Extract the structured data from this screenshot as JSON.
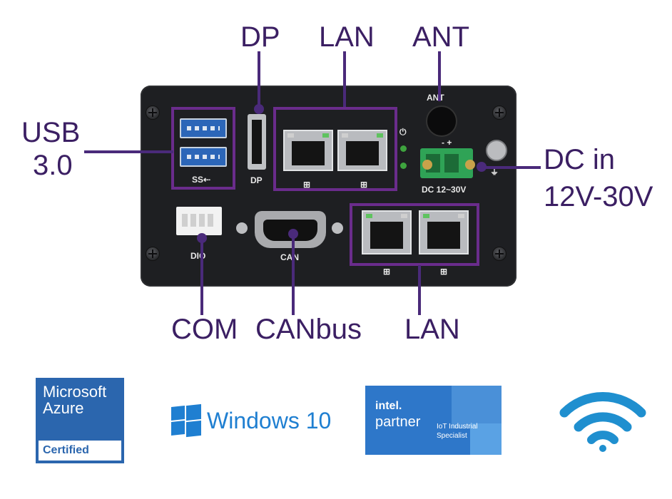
{
  "callouts": {
    "usb_line1": "USB",
    "usb_line2": "3.0",
    "dp": "DP",
    "lan_top": "LAN",
    "ant": "ANT",
    "dc_line1": "DC in",
    "dc_line2": "12V-30V",
    "com": "COM",
    "canbus": "CANbus",
    "lan_bottom": "LAN"
  },
  "panel_labels": {
    "dp": "DP",
    "ant": "ANT",
    "dc": "DC 12~30V",
    "dio": "DIO",
    "can": "CAN",
    "dc_polarity": "- +"
  },
  "logos": {
    "azure_line1": "Microsoft",
    "azure_line2": "Azure",
    "azure_cert": "Certified",
    "windows": "Windows 10",
    "intel_brand": "intel.",
    "intel_partner": "partner",
    "intel_spec1": "IoT Industrial",
    "intel_spec2": "Specialist"
  },
  "colors": {
    "callout_text": "#3b1f63",
    "highlight": "#6a2c8c",
    "panel": "#1e1f22",
    "azure": "#2b66ae",
    "windows": "#1f7fd1",
    "intel": "#2e77c9",
    "wifi": "#1f8fcf"
  },
  "icons": [
    "usb-ss-icon",
    "lan-icon",
    "power-icon",
    "ground-icon",
    "wifi-icon",
    "windows-logo-icon"
  ]
}
